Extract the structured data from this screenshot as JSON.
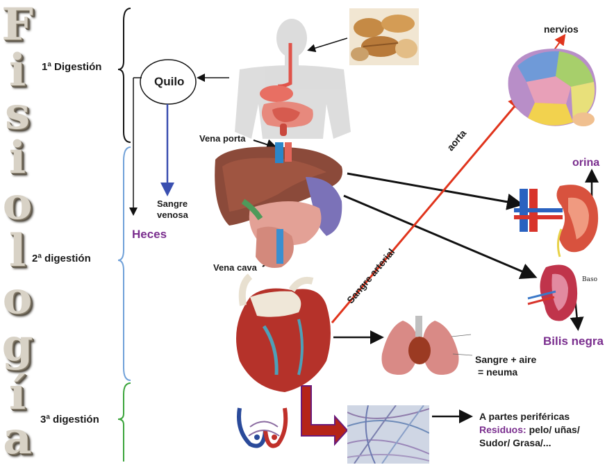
{
  "title_letters": [
    "F",
    "i",
    "s",
    "i",
    "o",
    "l",
    "o",
    "g",
    "í",
    "a"
  ],
  "stages": {
    "first": "1ª Digestión",
    "second": "2ª digestión",
    "third": "3ª digestión"
  },
  "quilo": "Quilo",
  "sangre_venosa_1": "Sangre",
  "sangre_venosa_2": "venosa",
  "heces": "Heces",
  "vena_porta": "Vena porta",
  "vena_cava": "Vena  cava",
  "aorta": "aorta",
  "sangre_arterial": "Sangre arterial",
  "nervios": "nervios",
  "orina": "orina",
  "baso": "Baso",
  "bilis_negra": "Bilis negra",
  "sangre_aire_1": "Sangre + aire",
  "sangre_aire_2": "=   neuma",
  "perifericas": "A partes periféricas",
  "residuos_label": "Residuos:",
  "residuos_1": "pelo/ uñas/",
  "residuos_2": "Sudor/ Grasa/...",
  "colors": {
    "purple": "#7a2e8e",
    "red_arrow": "#e0341c",
    "blue_arrow": "#3a4fb0"
  }
}
